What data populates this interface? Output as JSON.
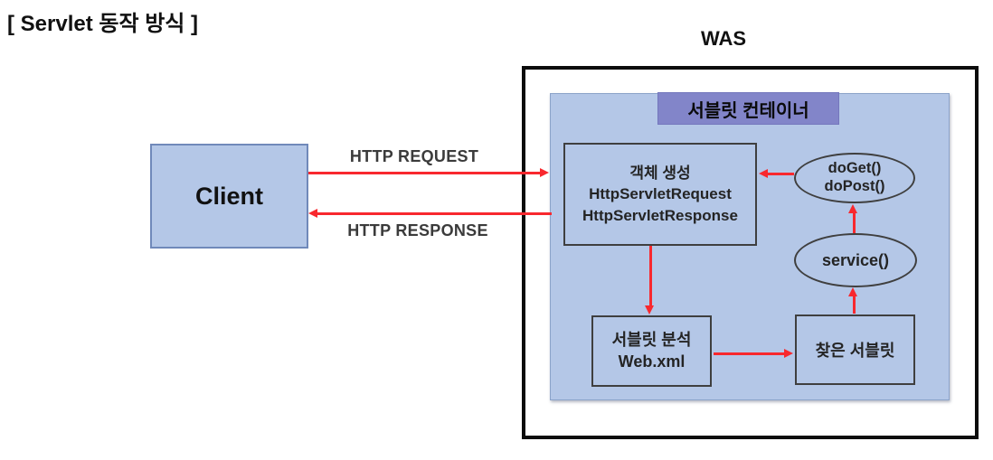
{
  "title": "[ Servlet 동작 방식 ]",
  "was": {
    "label": "WAS"
  },
  "client": {
    "label": "Client"
  },
  "flows": {
    "request_label": "HTTP REQUEST",
    "response_label": "HTTP RESPONSE"
  },
  "container": {
    "header": "서블릿 컨테이너",
    "creation_box": {
      "line1": "객체 생성",
      "line2": "HttpServletRequest",
      "line3": "HttpServletResponse"
    },
    "doget_ellipse": {
      "line1": "doGet()",
      "line2": "doPost()"
    },
    "service_ellipse": {
      "label": "service()"
    },
    "analysis_box": {
      "line1": "서블릿 분석",
      "line2": "Web.xml"
    },
    "found_box": {
      "label": "찾은 서블릿"
    }
  },
  "colors": {
    "box_fill_blue": "#b4c7e7",
    "header_purple": "#8285c9",
    "arrow_red": "#f8282e",
    "box_border_dark": "#3f3f3f",
    "client_border_blue": "#7089ba",
    "was_frame_black": "#0c0c0c"
  }
}
